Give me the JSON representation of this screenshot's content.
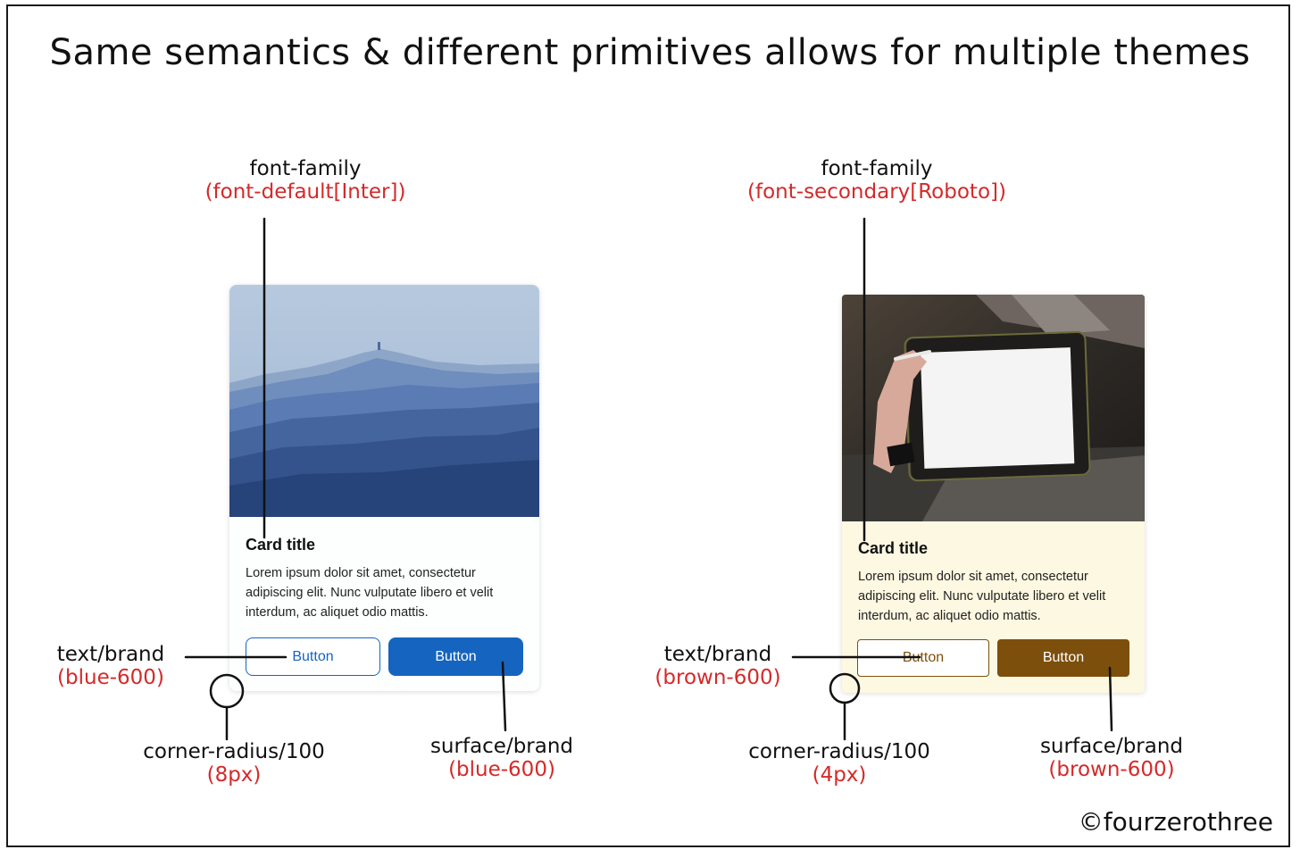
{
  "title": "Same semantics & different primitives allows for multiple themes",
  "credit": "©fourzerothree",
  "left": {
    "font_label": "font-family",
    "font_token": "(font-default[Inter])",
    "text_label": "text/brand",
    "text_token": "(blue-600)",
    "radius_label": "corner-radius/100",
    "radius_token": "(8px)",
    "surface_label": "surface/brand",
    "surface_token": "(blue-600)",
    "card": {
      "title": "Card title",
      "text": "Lorem ipsum dolor sit amet, consectetur adipiscing elit. Nunc vulputate libero et velit interdum, ac aliquet odio mattis.",
      "button_outline": "Button",
      "button_filled": "Button"
    },
    "colors": {
      "brand": "#1565c0",
      "surface": "#fdfefe"
    }
  },
  "right": {
    "font_label": "font-family",
    "font_token": "(font-secondary[Roboto])",
    "text_label": "text/brand",
    "text_token": "(brown-600)",
    "radius_label": "corner-radius/100",
    "radius_token": "(4px)",
    "surface_label": "surface/brand",
    "surface_token": "(brown-600)",
    "card": {
      "title": "Card title",
      "text": "Lorem ipsum dolor sit amet, consectetur adipiscing elit. Nunc vulputate libero et velit interdum, ac aliquet odio mattis.",
      "button_outline": "Button",
      "button_filled": "Button"
    },
    "colors": {
      "brand": "#7d4f0c",
      "surface": "#fdf8e1"
    }
  }
}
